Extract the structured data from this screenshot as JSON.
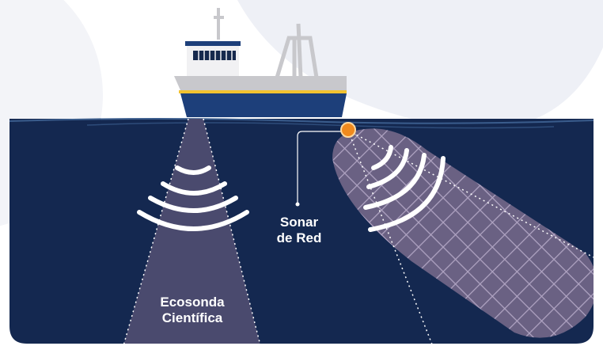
{
  "labels": {
    "net_sonar": [
      "Sonar",
      "de Red"
    ],
    "echosounder": [
      "Ecosonda",
      "Científica"
    ]
  },
  "colors": {
    "background_top": "#ffffff",
    "sky_blob": "#eef0f6",
    "sea": "#142850",
    "sea_surface_line": "#3a5c8c",
    "hull_blue": "#1d3f7a",
    "hull_stripe": "#f2c230",
    "hull_grey": "#c8c8cc",
    "cabin": "#f1f1f3",
    "windows": "#16294d",
    "echo_beam": "#4a4a6e",
    "net": "#6e6486",
    "net_mesh": "#b8aac8",
    "sonar_device": "#f08a1e",
    "waves": "#ffffff"
  }
}
